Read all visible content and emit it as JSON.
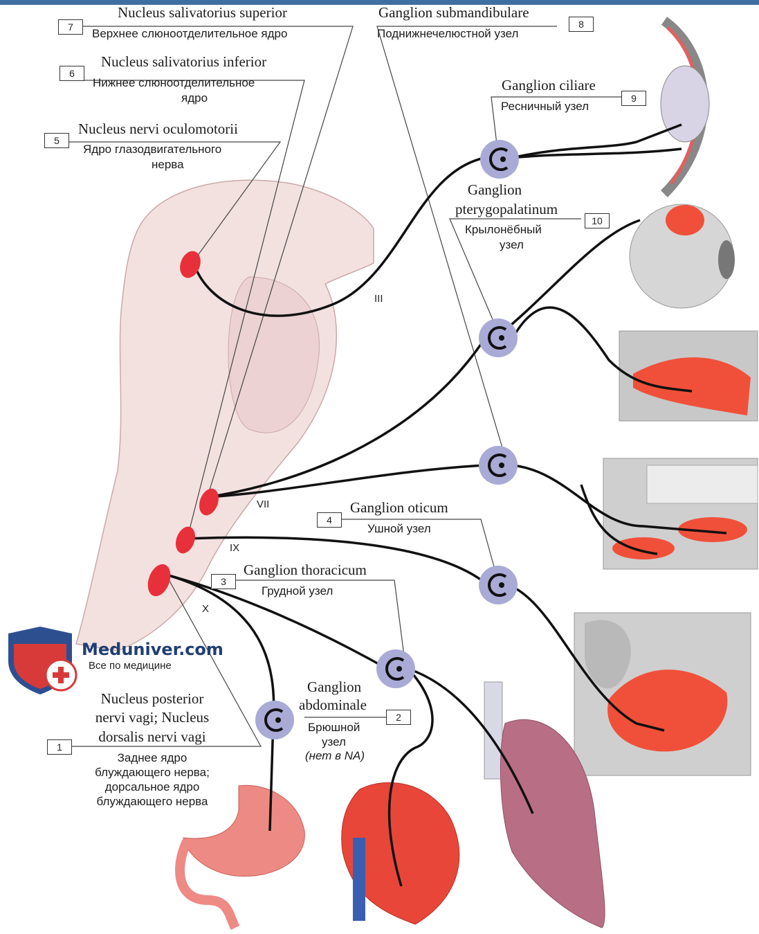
{
  "labels": {
    "n7": {
      "num": "7",
      "latin": "Nucleus salivatorius superior",
      "russian": "Верхнее слюноотделительное ядро"
    },
    "n6": {
      "num": "6",
      "latin": "Nucleus salivatorius inferior",
      "russian_l1": "Нижнее слюноотделительное",
      "russian_l2": "ядро"
    },
    "n5": {
      "num": "5",
      "latin": "Nucleus nervi oculomotorii",
      "russian_l1": "Ядро глазодвигательного",
      "russian_l2": "нерва"
    },
    "n8": {
      "num": "8",
      "latin": "Ganglion submandibulare",
      "russian": "Поднижнечелюстной узел"
    },
    "n9": {
      "num": "9",
      "latin": "Ganglion ciliare",
      "russian": "Ресничный узел"
    },
    "n10": {
      "num": "10",
      "latin_l1": "Ganglion",
      "latin_l2": "pterygopalatinum",
      "russian_l1": "Крылонёбный",
      "russian_l2": "узел"
    },
    "n4": {
      "num": "4",
      "latin": "Ganglion oticum",
      "russian": "Ушной узел"
    },
    "n3": {
      "num": "3",
      "latin": "Ganglion thoracicum",
      "russian": "Грудной узел"
    },
    "n2": {
      "num": "2",
      "latin_l1": "Ganglion",
      "latin_l2": "abdominale",
      "russian_l1": "Брюшной",
      "russian_l2": "узел",
      "russian_l3": "(нет в NA)"
    },
    "n1": {
      "num": "1",
      "latin_l1": "Nucleus posterior",
      "latin_l2": "nervi vagi; Nucleus",
      "latin_l3": "dorsalis nervi vagi",
      "russian_l1": "Заднее ядро",
      "russian_l2": "блуждающего нерва;",
      "russian_l3": "дорсальное ядро",
      "russian_l4": "блуждающего нерва"
    }
  },
  "nerves": {
    "III": "III",
    "VII": "VII",
    "IX": "IX",
    "X": "X"
  },
  "logo": {
    "title": "Meduniver.com",
    "subtitle": "Все по медицине"
  },
  "colors": {
    "nucleus": "#e8303a",
    "ganglion": "#a9abd6",
    "nerve": "#111111",
    "brainstem": "#f2dede",
    "gland": "#f0503a",
    "topbar": "#3f6fa0"
  }
}
